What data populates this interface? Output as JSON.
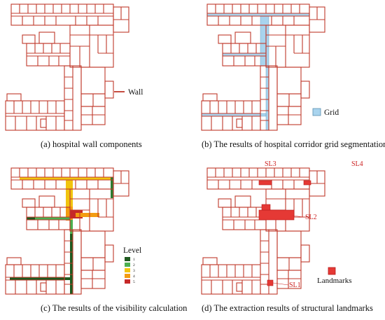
{
  "colors": {
    "wall": "#c0392b",
    "grid": "#a9d4ee",
    "grid_stroke": "#5a8fb0",
    "landmark": "#e53935",
    "level1": "#1f5a1f",
    "level2": "#4caf50",
    "level3": "#f1c40f",
    "level4": "#f39c12",
    "level5": "#c62828"
  },
  "panels": {
    "a": {
      "caption": "(a) hospital wall components",
      "legend_label": "Wall"
    },
    "b": {
      "caption": "(b) The results of hospital corridor grid segmentation",
      "legend_label": "Grid"
    },
    "c": {
      "caption": "(c) The results of the visibility calculation",
      "legend_title": "Level",
      "levels": [
        "1",
        "2",
        "3",
        "4",
        "5"
      ]
    },
    "d": {
      "caption": "(d) The extraction results of structural landmarks",
      "legend_label": "Landmarks",
      "landmark_labels": [
        "SL1",
        "SL2",
        "SL3",
        "SL4"
      ]
    }
  }
}
